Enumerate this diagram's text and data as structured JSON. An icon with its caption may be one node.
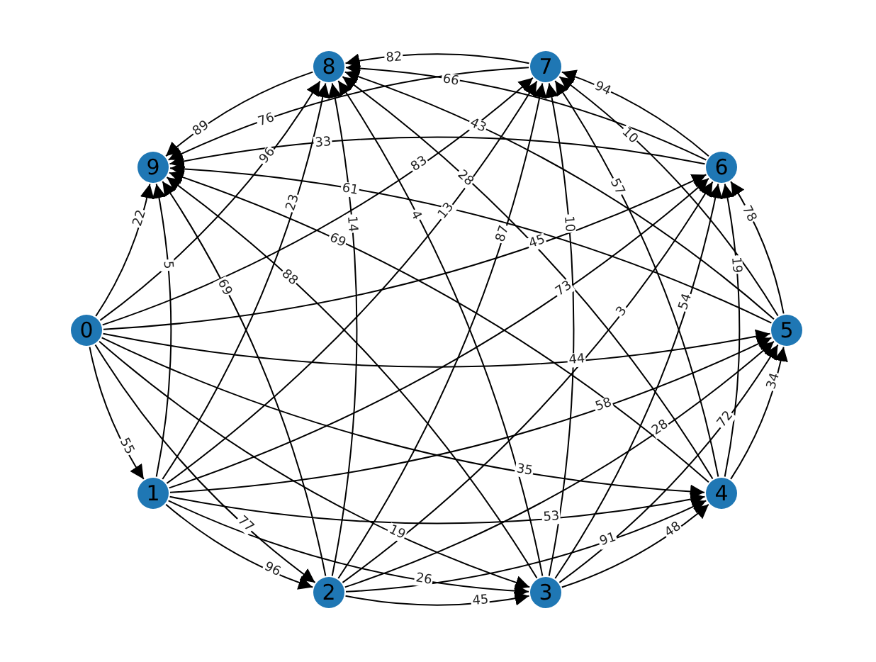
{
  "diagram": {
    "nodes": [
      {
        "text": [
          "0"
        ]
      },
      {
        "text": [
          "1"
        ]
      },
      {
        "text": [
          "2"
        ]
      },
      {
        "text": [
          "3"
        ]
      },
      {
        "text": [
          "4"
        ]
      },
      {
        "text": [
          "5"
        ]
      },
      {
        "text": [
          "6"
        ]
      },
      {
        "text": [
          "7"
        ]
      },
      {
        "text": [
          "8"
        ]
      },
      {
        "text": [
          "9"
        ]
      }
    ],
    "edges": [
      {
        "from": 0,
        "to": 1,
        "arrow": "to",
        "label": "55"
      },
      {
        "from": 0,
        "to": 2,
        "arrow": "to",
        "label": "77"
      },
      {
        "from": 0,
        "to": 3,
        "arrow": "to",
        "label": "19"
      },
      {
        "from": 0,
        "to": 4,
        "arrow": "to",
        "label": "35"
      },
      {
        "from": 0,
        "to": 5,
        "arrow": "to",
        "label": "44"
      },
      {
        "from": 0,
        "to": 6,
        "arrow": "to",
        "label": "45"
      },
      {
        "from": 0,
        "to": 7,
        "arrow": "to",
        "label": "83"
      },
      {
        "from": 0,
        "to": 8,
        "arrow": "to",
        "label": "96"
      },
      {
        "from": 0,
        "to": 9,
        "arrow": "to",
        "label": "22"
      },
      {
        "from": 1,
        "to": 2,
        "arrow": "to",
        "label": "96"
      },
      {
        "from": 1,
        "to": 3,
        "arrow": "to",
        "label": "26"
      },
      {
        "from": 1,
        "to": 4,
        "arrow": "to",
        "label": "53"
      },
      {
        "from": 1,
        "to": 5,
        "arrow": "to",
        "label": "58"
      },
      {
        "from": 1,
        "to": 6,
        "arrow": "to",
        "label": "73"
      },
      {
        "from": 1,
        "to": 7,
        "arrow": "to",
        "label": "13"
      },
      {
        "from": 1,
        "to": 8,
        "arrow": "to",
        "label": "23"
      },
      {
        "from": 1,
        "to": 9,
        "arrow": "to",
        "label": "5"
      },
      {
        "from": 2,
        "to": 3,
        "arrow": "to",
        "label": "45"
      },
      {
        "from": 2,
        "to": 4,
        "arrow": "to",
        "label": "91"
      },
      {
        "from": 2,
        "to": 5,
        "arrow": "to",
        "label": "28"
      },
      {
        "from": 2,
        "to": 6,
        "arrow": "to",
        "label": "3"
      },
      {
        "from": 2,
        "to": 7,
        "arrow": "to",
        "label": "87"
      },
      {
        "from": 2,
        "to": 8,
        "arrow": "to",
        "label": "14"
      },
      {
        "from": 2,
        "to": 9,
        "arrow": "to",
        "label": "69"
      },
      {
        "from": 3,
        "to": 4,
        "arrow": "to",
        "label": "48"
      },
      {
        "from": 3,
        "to": 5,
        "arrow": "to",
        "label": "72"
      },
      {
        "from": 3,
        "to": 6,
        "arrow": "to",
        "label": "54"
      },
      {
        "from": 3,
        "to": 7,
        "arrow": "to",
        "label": "10"
      },
      {
        "from": 3,
        "to": 8,
        "arrow": "to",
        "label": "4"
      },
      {
        "from": 3,
        "to": 9,
        "arrow": "to",
        "label": "88"
      },
      {
        "from": 4,
        "to": 5,
        "arrow": "to",
        "label": "34"
      },
      {
        "from": 4,
        "to": 6,
        "arrow": "to",
        "label": "19"
      },
      {
        "from": 4,
        "to": 7,
        "arrow": "to",
        "label": "57"
      },
      {
        "from": 4,
        "to": 8,
        "arrow": "to",
        "label": "28"
      },
      {
        "from": 4,
        "to": 9,
        "arrow": "to",
        "label": "69"
      },
      {
        "from": 5,
        "to": 6,
        "arrow": "to",
        "label": "78"
      },
      {
        "from": 5,
        "to": 7,
        "arrow": "to",
        "label": "10"
      },
      {
        "from": 5,
        "to": 8,
        "arrow": "to",
        "label": "43"
      },
      {
        "from": 5,
        "to": 9,
        "arrow": "to",
        "label": "61"
      },
      {
        "from": 6,
        "to": 7,
        "arrow": "to",
        "label": "94"
      },
      {
        "from": 6,
        "to": 8,
        "arrow": "to",
        "label": "66"
      },
      {
        "from": 6,
        "to": 9,
        "arrow": "to",
        "label": "33"
      },
      {
        "from": 7,
        "to": 8,
        "arrow": "to",
        "label": "82"
      },
      {
        "from": 7,
        "to": 9,
        "arrow": "to",
        "label": "76"
      },
      {
        "from": 8,
        "to": 9,
        "arrow": "to",
        "label": "89"
      }
    ]
  }
}
